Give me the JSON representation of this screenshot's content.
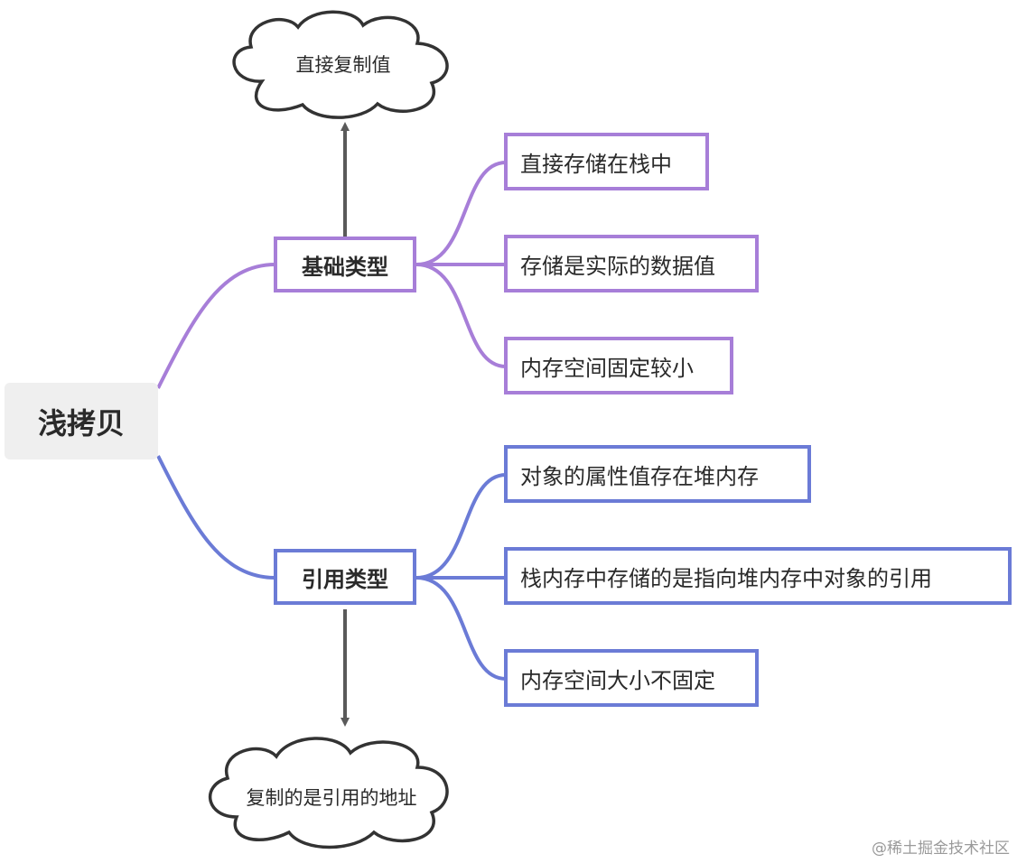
{
  "root": {
    "label": "浅拷贝"
  },
  "branches": [
    {
      "label": "基础类型",
      "color": "#a77ed8",
      "cloud": "直接复制值",
      "leaves": [
        "直接存储在栈中",
        "存储是实际的数据值",
        "内存空间固定较小"
      ]
    },
    {
      "label": "引用类型",
      "color": "#6b7bd6",
      "cloud": "复制的是引用的地址",
      "leaves": [
        "对象的属性值存在堆内存",
        "栈内存中存储的是指向堆内存中对象的引用",
        "内存空间大小不固定"
      ]
    }
  ],
  "watermark": "@稀土掘金技术社区"
}
